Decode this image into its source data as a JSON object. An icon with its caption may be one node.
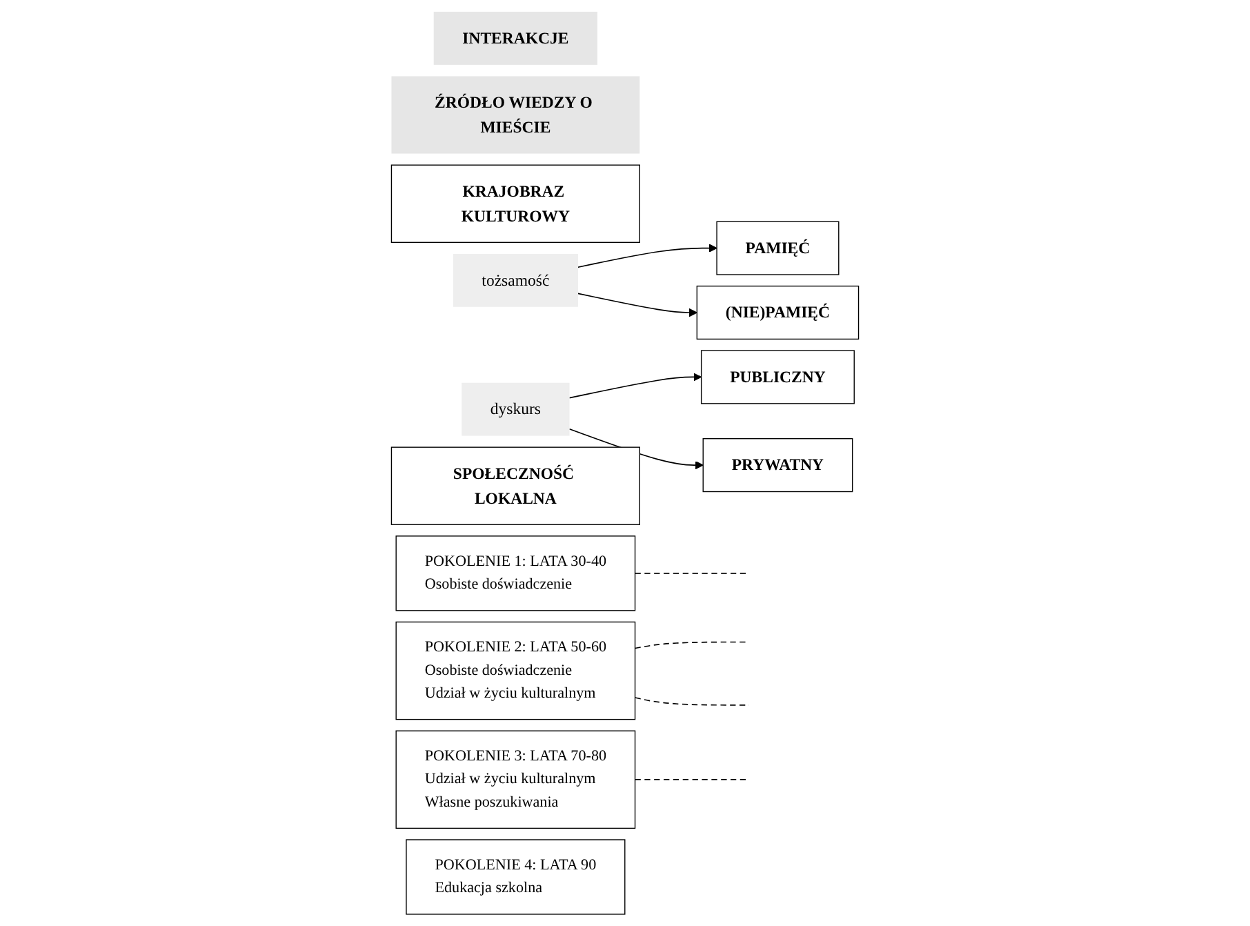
{
  "diagram": {
    "nodes": [
      {
        "text": [
          "INTERAKCJE"
        ]
      },
      {
        "text": [
          "ŹRÓDŁO WIEDZY O MIEŚCIE"
        ]
      },
      {
        "text": [
          "KRAJOBRAZ KULTUROWY"
        ]
      },
      {
        "text": [
          "PAMIĘĆ"
        ]
      },
      {
        "text": [
          "tożsamość"
        ]
      },
      {
        "text": [
          "(NIE)PAMIĘĆ"
        ]
      },
      {
        "text": [
          "PUBLICZNY"
        ]
      },
      {
        "text": [
          "dyskurs"
        ]
      },
      {
        "text": [
          "PRYWATNY"
        ]
      },
      {
        "text": [
          "SPOŁECZNOŚĆ LOKALNA"
        ]
      },
      {
        "text": [
          "POKOLENIE 1: LATA 30-40",
          "Osobiste doświadczenie"
        ]
      },
      {
        "text": [
          "POKOLENIE 2: LATA 50-60",
          "Osobiste doświadczenie",
          "Udział w życiu kulturalnym"
        ]
      },
      {
        "text": [
          "POKOLENIE 3: LATA 70-80",
          "Udział w życiu kulturalnym",
          "Własne poszukiwania"
        ]
      },
      {
        "text": [
          "POKOLENIE 4: LATA 90",
          "Edukacja szkolna"
        ]
      }
    ],
    "edges": [
      {
        "from": 4,
        "to": 3,
        "arrow": "to"
      },
      {
        "from": 4,
        "to": 5,
        "arrow": "to"
      },
      {
        "from": 7,
        "to": 6,
        "arrow": "to"
      },
      {
        "from": 7,
        "to": 8,
        "arrow": "to"
      },
      {
        "from": 10,
        "to": null,
        "arrow": "none",
        "style": "dashed"
      },
      {
        "from": 11,
        "to": null,
        "arrow": "none",
        "style": "dashed"
      },
      {
        "from": 11,
        "to": null,
        "arrow": "none",
        "style": "dashed"
      },
      {
        "from": 12,
        "to": null,
        "arrow": "none",
        "style": "dashed"
      }
    ]
  }
}
